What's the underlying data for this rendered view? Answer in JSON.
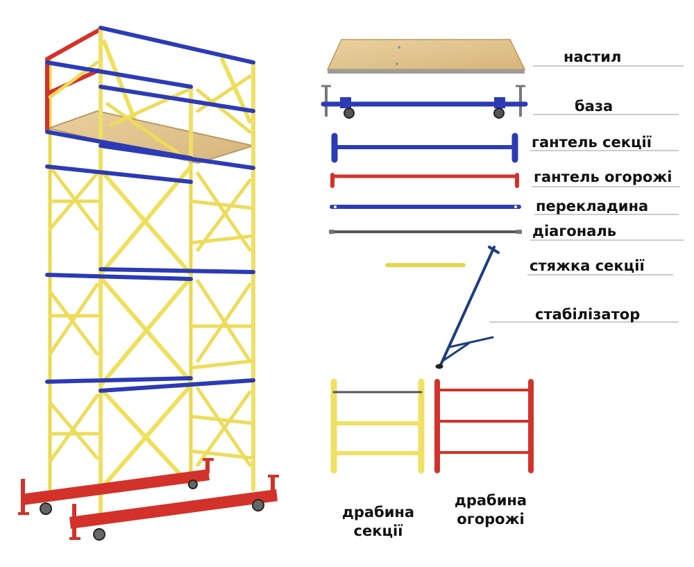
{
  "parts": [
    {
      "id": "nastyl",
      "label": "настил"
    },
    {
      "id": "baza",
      "label": "база"
    },
    {
      "id": "gantel-sektsii",
      "label": "гантель секції"
    },
    {
      "id": "gantel-ogorozhi",
      "label": "гантель огорожі"
    },
    {
      "id": "perekladyna",
      "label": "перекладина"
    },
    {
      "id": "diagonal",
      "label": "діагональ"
    },
    {
      "id": "styazhka-sektsii",
      "label": "стяжка секції"
    },
    {
      "id": "stabilizator",
      "label": "стабілізатор"
    }
  ],
  "ladders": [
    {
      "id": "drabyna-sektsii",
      "line1": "драбина",
      "line2": "секції"
    },
    {
      "id": "drabyna-ogorozhi",
      "line1": "драбина",
      "line2": "огорожі"
    }
  ],
  "colors": {
    "yellow": "#f0e063",
    "red": "#d2322a",
    "blue": "#2c3bb5",
    "gray": "#555555",
    "wood": "#e2c58d"
  }
}
